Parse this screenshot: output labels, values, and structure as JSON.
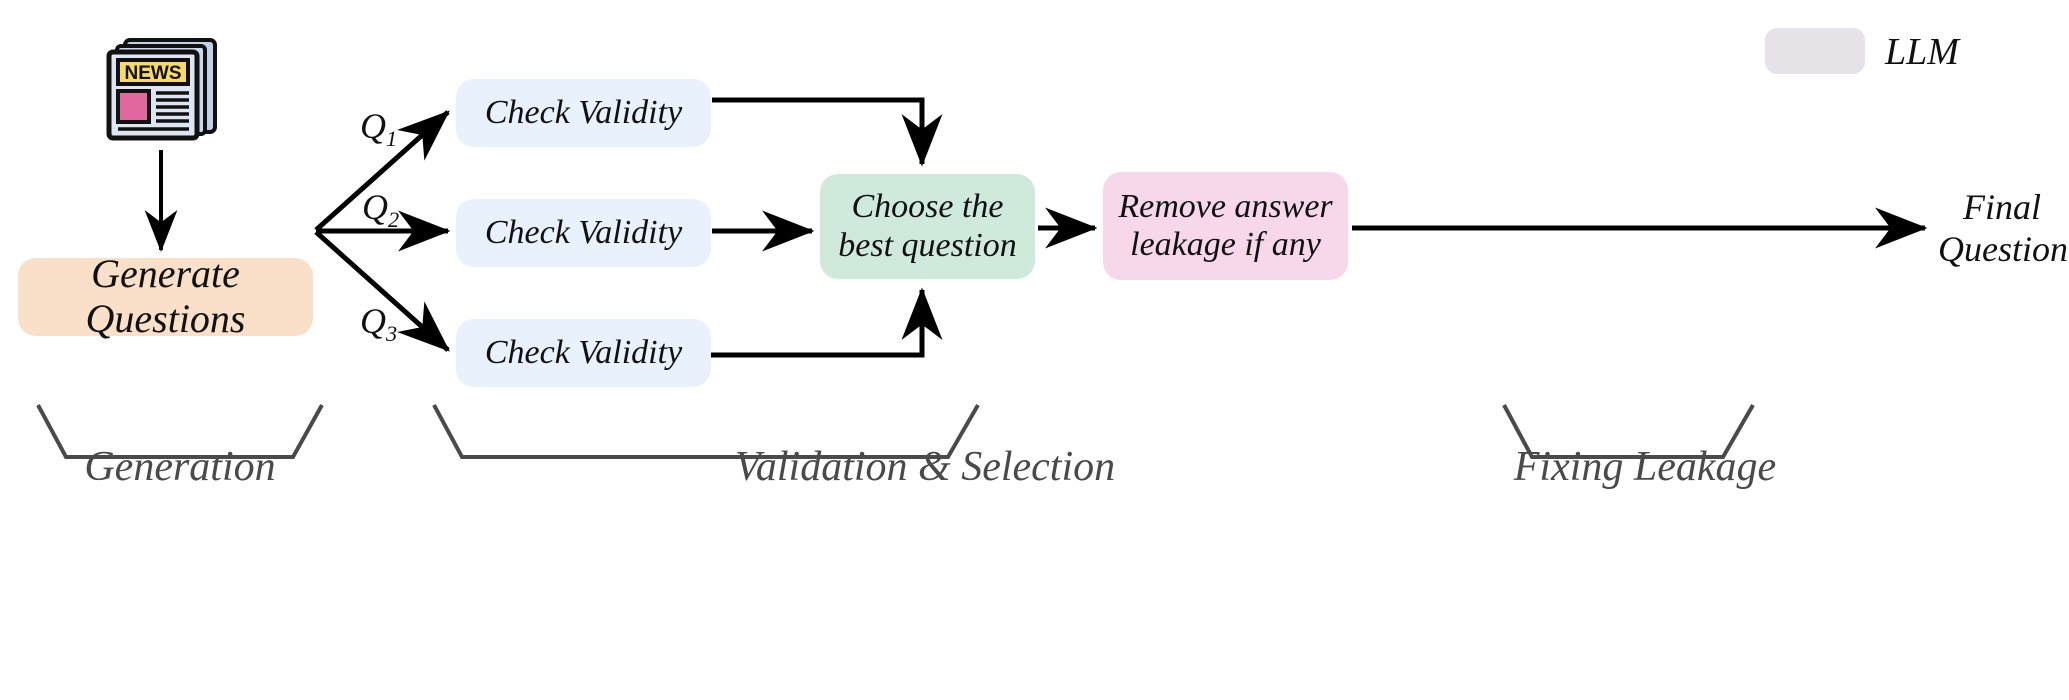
{
  "diagram": {
    "title": "Question generation pipeline",
    "source_icon": "newspaper-icon",
    "legend": {
      "swatch_name": "llm-swatch",
      "label": "LLM",
      "swatch_color": "#e5e3e8"
    },
    "nodes": {
      "generate": {
        "label": "Generate Questions",
        "color": "#fadfc9"
      },
      "check_1": {
        "label": "Check Validity",
        "color": "#e9f1fd"
      },
      "check_2": {
        "label": "Check Validity",
        "color": "#e9f1fd"
      },
      "check_3": {
        "label": "Check Validity",
        "color": "#e9f1fd"
      },
      "choose": {
        "line1": "Choose the",
        "line2": "best question",
        "color": "#cfeadb"
      },
      "remove": {
        "line1": "Remove answer",
        "line2": "leakage if any",
        "color": "#f6d8ea"
      },
      "final": {
        "line1": "Final",
        "line2": "Question"
      }
    },
    "edge_labels": {
      "q1": "Q",
      "q1_sub": "1",
      "q2": "Q",
      "q2_sub": "2",
      "q3": "Q",
      "q3_sub": "3"
    },
    "phases": [
      {
        "label": "Generation"
      },
      {
        "label": "Validation & Selection"
      },
      {
        "label": "Fixing Leakage"
      }
    ],
    "colors": {
      "stroke": "#000000",
      "brace": "#4a4a4a",
      "background": "#ffffff"
    }
  }
}
